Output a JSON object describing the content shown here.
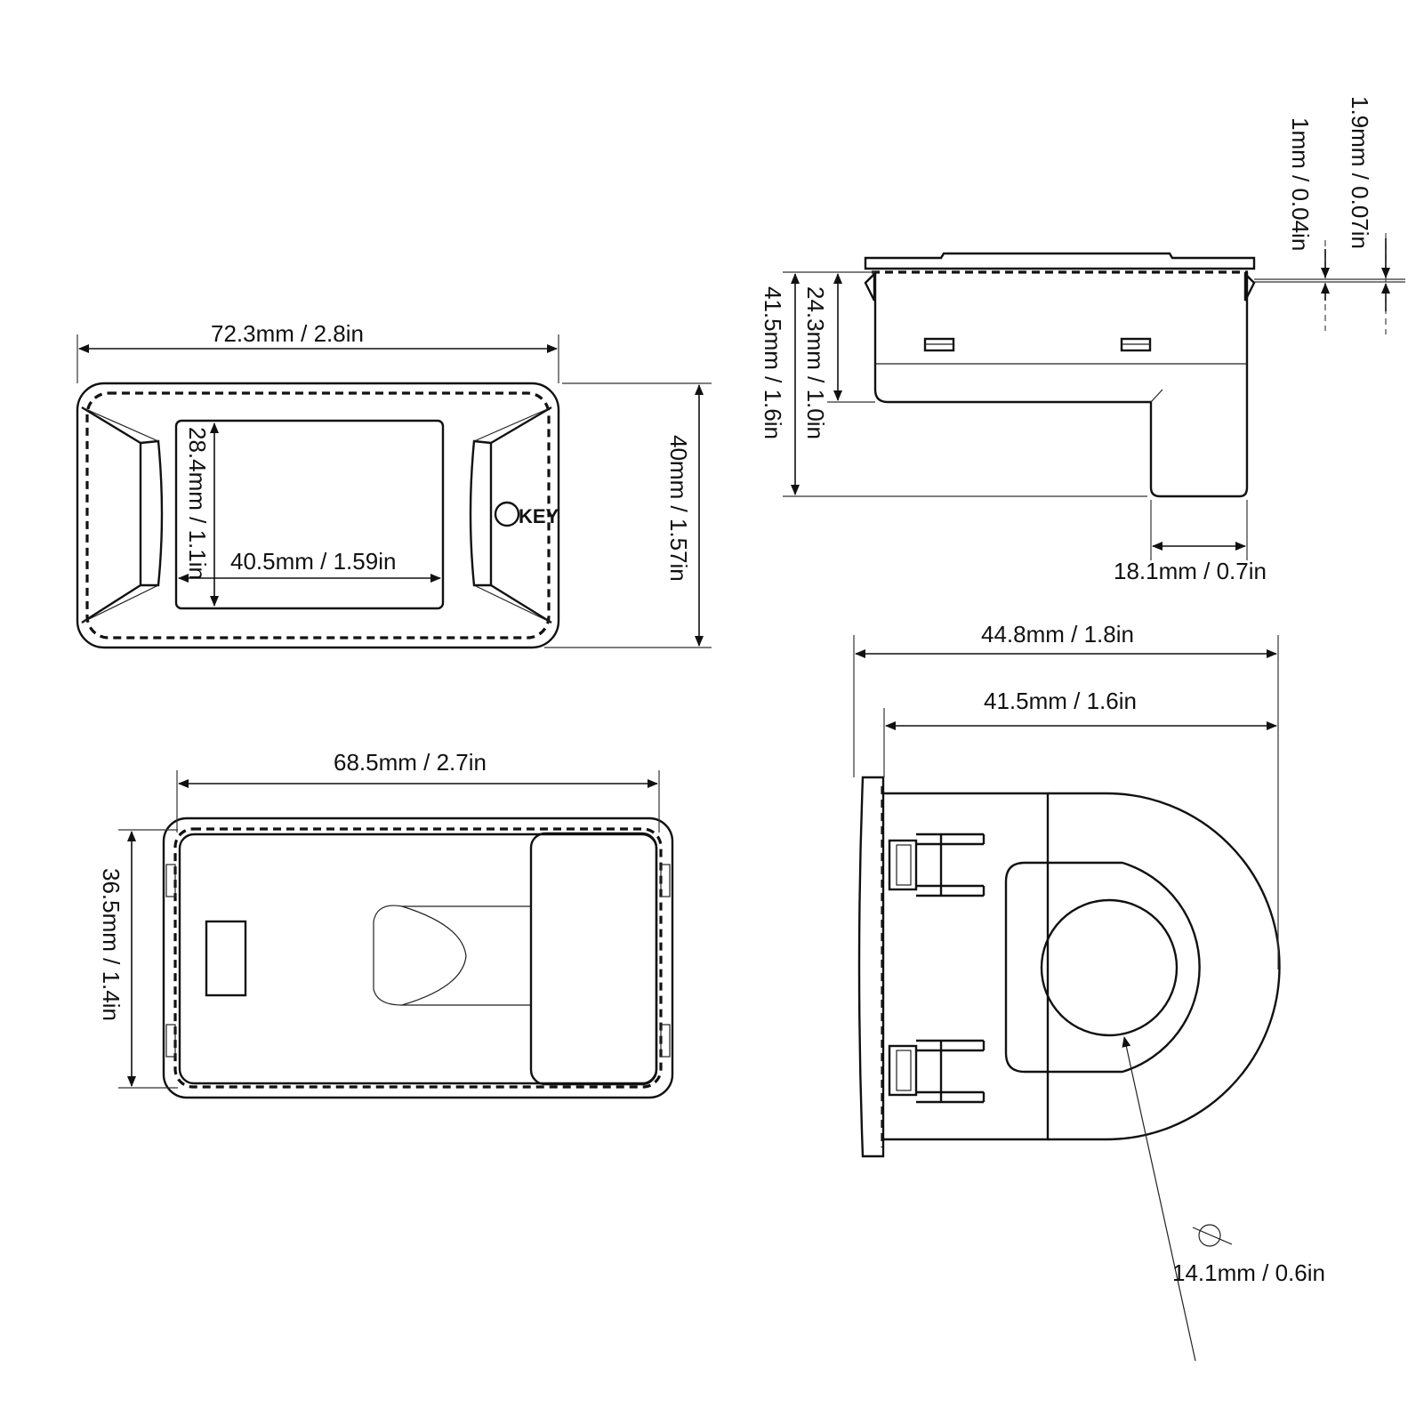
{
  "front_view": {
    "overall_width": "72.3mm / 2.8in",
    "overall_height": "40mm / 1.57in",
    "screen_width": "40.5mm / 1.59in",
    "screen_height": "28.4mm / 1.1in",
    "key_label": "KEY"
  },
  "side_view": {
    "flange_thickness": "1.9mm / 0.07in",
    "lip_thickness": "1mm / 0.04in",
    "body_depth": "24.3mm / 1.0in",
    "total_depth": "41.5mm / 1.6in",
    "tail_width": "18.1mm / 0.7in"
  },
  "back_view": {
    "body_width": "68.5mm / 2.7in",
    "body_height": "36.5mm / 1.4in"
  },
  "top_view": {
    "overall_depth": "44.8mm / 1.8in",
    "body_depth": "41.5mm / 1.6in",
    "hole_diameter": "14.1mm / 0.6in"
  }
}
